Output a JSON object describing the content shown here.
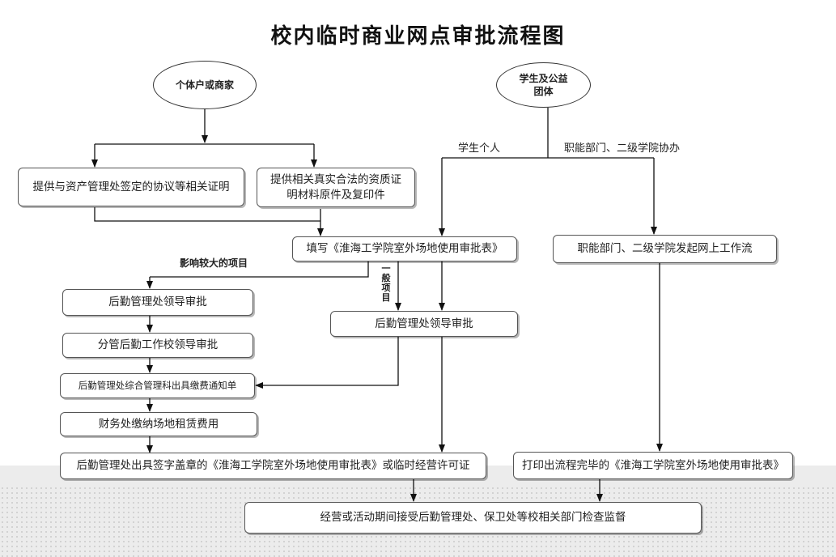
{
  "title": "校内临时商业网点审批流程图",
  "nodes": {
    "start_individual": "个体户或商家",
    "start_student": "学生及公益团体",
    "provide_agreement": "提供与资产管理处签定的协议等相关证明",
    "provide_qualification": "提供相关真实合法的资质证明材料原件及复印件",
    "fill_form": "填写《淮海工学院室外场地使用审批表》",
    "dept_online": "职能部门、二级学院发起网上工作流",
    "logistics_approve_left": "后勤管理处领导审批",
    "logistics_approve_mid": "后勤管理处领导审批",
    "vice_president_approve": "分管后勤工作校领导审批",
    "issue_fee_notice": "后勤管理处综合管理科出具缴费通知单",
    "pay_rent": "财务处缴纳场地租赁费用",
    "issue_permit": "后勤管理处出具签字盖章的《淮海工学院室外场地使用审批表》或临时经营许可证",
    "print_form": "打印出流程完毕的《淮海工学院室外场地使用审批表》",
    "supervision": "经营或活动期间接受后勤管理处、保卫处等校相关部门检查监督"
  },
  "labels": {
    "student_individual": "学生个人",
    "dept_assist": "职能部门、二级学院协办",
    "major_project": "影响较大的项目",
    "general_project": "一般项目"
  }
}
